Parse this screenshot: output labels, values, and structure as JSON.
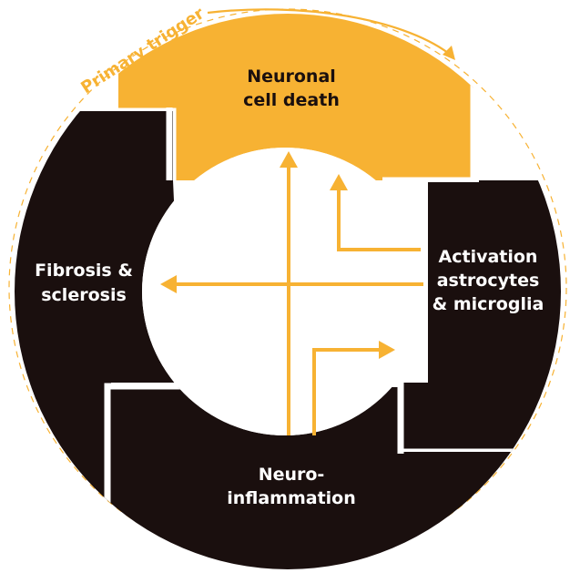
{
  "trigger": {
    "label": "Primary trigger"
  },
  "segments": {
    "top": {
      "line1": "Neuronal",
      "line2": "cell death"
    },
    "right": {
      "line1": "Activation",
      "line2": "astrocytes",
      "line3": "& microglia"
    },
    "bottom": {
      "line1": "Neuro-",
      "line2": "inflammation"
    },
    "left": {
      "line1": "Fibrosis &",
      "line2": "sclerosis"
    }
  },
  "colors": {
    "accent": "#F7B233",
    "dark": "#1A0F0E",
    "light_text": "#ffffff",
    "dark_text": "#1A0F0E"
  }
}
